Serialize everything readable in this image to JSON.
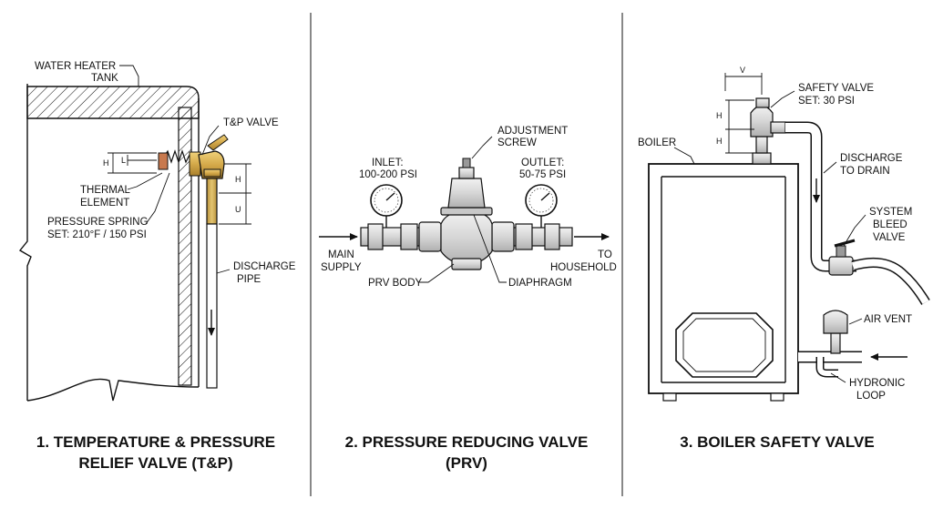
{
  "panel1": {
    "caption_line1": "1. TEMPERATURE & PRESSURE",
    "caption_line2": "RELIEF VALVE (T&P)",
    "label_tank_1": "WATER HEATER",
    "label_tank_2": "TANK",
    "label_tp_valve": "T&P VALVE",
    "label_thermal_1": "THERMAL",
    "label_thermal_2": "ELEMENT",
    "label_spring_1": "PRESSURE SPRING",
    "label_spring_2": "SET: 210°F / 150 PSI",
    "label_discharge_1": "DISCHARGE",
    "label_discharge_2": "PIPE",
    "dim_h1": "H",
    "dim_l": "L",
    "dim_h2": "H",
    "dim_u": "U"
  },
  "panel2": {
    "caption_line1": "2. PRESSURE REDUCING VALVE",
    "caption_line2": "(PRV)",
    "label_adjust_1": "ADJUSTMENT",
    "label_adjust_2": "SCREW",
    "label_inlet_1": "INLET:",
    "label_inlet_2": "100-200 PSI",
    "label_outlet_1": "OUTLET:",
    "label_outlet_2": "50-75 PSI",
    "label_main_1": "MAIN",
    "label_main_2": "SUPPLY",
    "label_to_1": "TO",
    "label_to_2": "HOUSEHOLD",
    "label_body": "PRV BODY",
    "label_diaphragm": "DIAPHRAGM"
  },
  "panel3": {
    "caption": "3. BOILER SAFETY VALVE",
    "label_safety_1": "SAFETY VALVE",
    "label_safety_2": "SET: 30 PSI",
    "label_boiler": "BOILER",
    "label_discharge_1": "DISCHARGE",
    "label_discharge_2": "TO DRAIN",
    "label_bleed_1": "SYSTEM",
    "label_bleed_2": "BLEED",
    "label_bleed_3": "VALVE",
    "label_air": "AIR VENT",
    "label_loop_1": "HYDRONIC",
    "label_loop_2": "LOOP",
    "dim_v": "V",
    "dim_h1": "H",
    "dim_h2": "H"
  },
  "colors": {
    "ink": "#111111",
    "brass": "#d4a94a",
    "brass_dark": "#a9802c",
    "copper": "#c8794e",
    "pipe_brass": "#d6b25a",
    "metal": "#d8d8d8"
  }
}
